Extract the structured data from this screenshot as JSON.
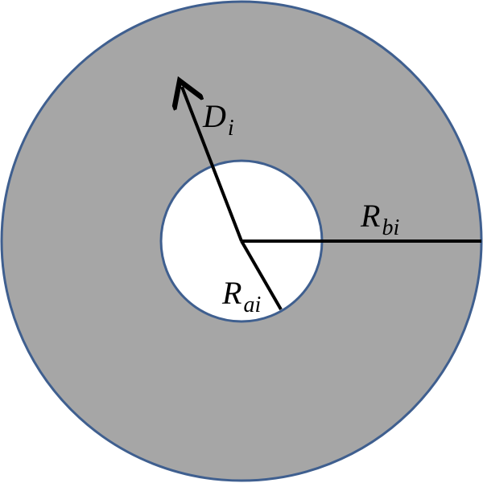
{
  "diagram": {
    "colors": {
      "annulus_fill": "#a6a6a6",
      "circle_stroke": "#3f5f8f",
      "hole_fill": "#ffffff",
      "line": "#000000"
    },
    "labels": {
      "d_main": "D",
      "d_sub": "i",
      "rb_main": "R",
      "rb_sub": "bi",
      "ra_main": "R",
      "ra_sub": "ai"
    }
  }
}
